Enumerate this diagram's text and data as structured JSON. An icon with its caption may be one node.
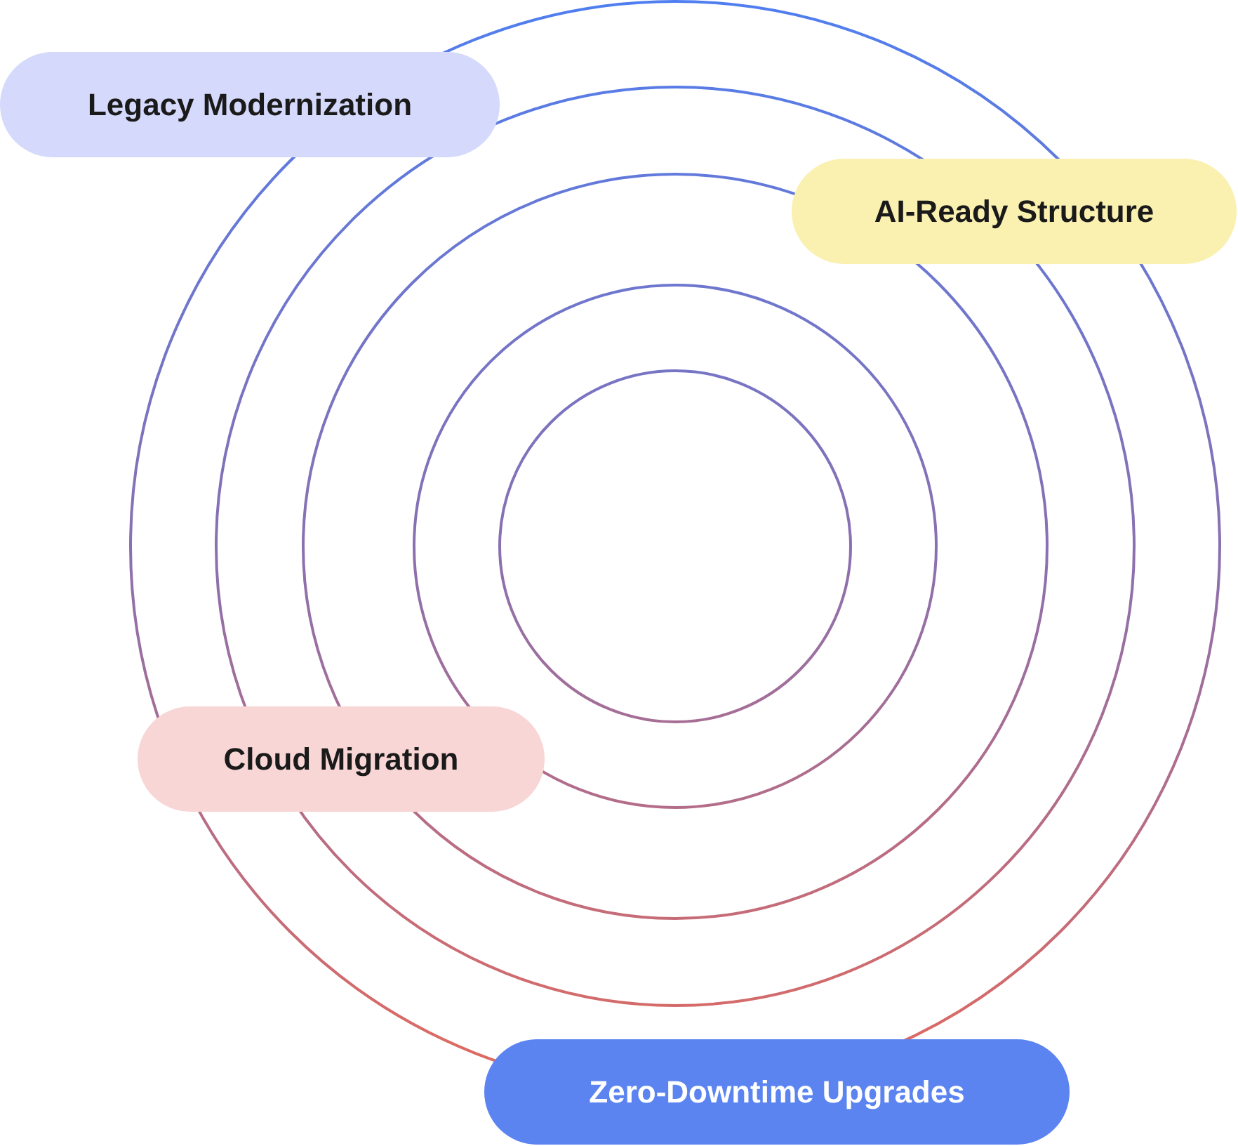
{
  "diagram": {
    "nodes": [
      {
        "text": [
          "Legacy Modernization"
        ]
      },
      {
        "text": [
          "AI-Ready Structure"
        ]
      },
      {
        "text": [
          "Cloud Migration"
        ]
      },
      {
        "text": [
          "Zero-Downtime Upgrades"
        ]
      }
    ]
  }
}
